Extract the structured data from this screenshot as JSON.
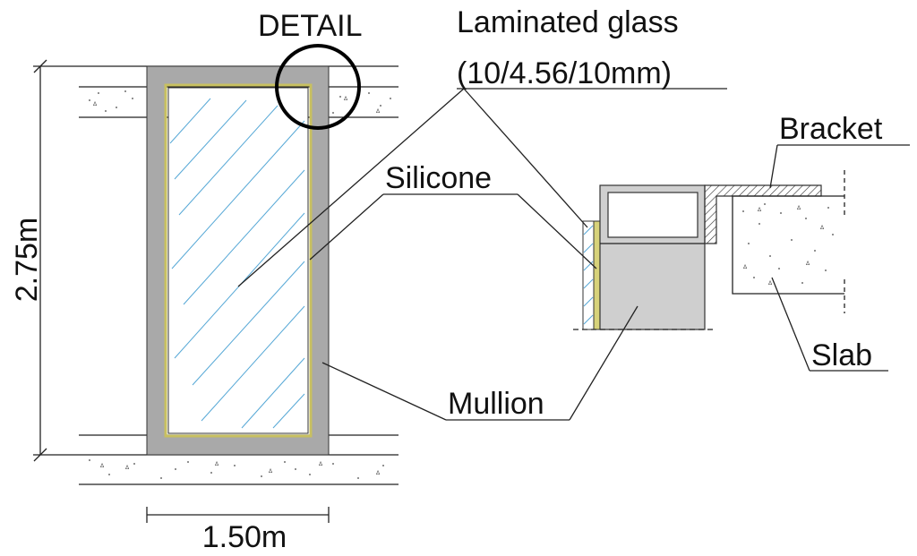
{
  "labels": {
    "detail": "DETAIL",
    "glass_line1": "Laminated glass",
    "glass_line2": "(10/4.56/10mm)",
    "silicone": "Silicone",
    "bracket": "Bracket",
    "slab": "Slab",
    "mullion": "Mullion",
    "height_dim": "2.75m",
    "width_dim": "1.50m"
  },
  "colors": {
    "mullion_fill": "#a9a9a9",
    "section_fill": "#cfcfcf",
    "silicone_fill": "#d7d27a",
    "glass_hatch": "#56a8d6",
    "line": "#222222"
  }
}
